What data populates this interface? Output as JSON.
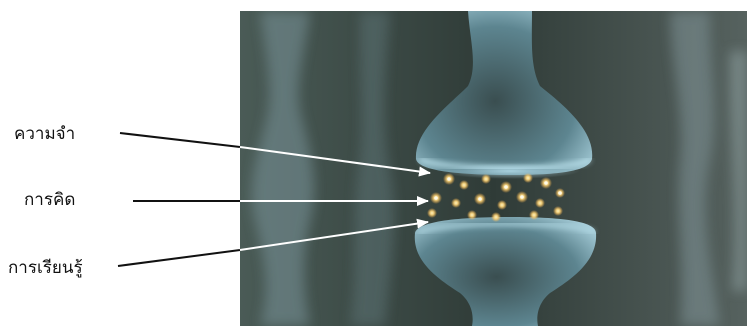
{
  "labels": {
    "memory": "ความจำ",
    "thinking": "การคิด",
    "learning": "การเรียนรู้"
  },
  "colors": {
    "background": "#ffffff",
    "arrow": "#111111",
    "neuron": "#6f9aa6",
    "neurotransmitter": "#ffd77a"
  },
  "image": {
    "subject": "synapse-illustration"
  }
}
